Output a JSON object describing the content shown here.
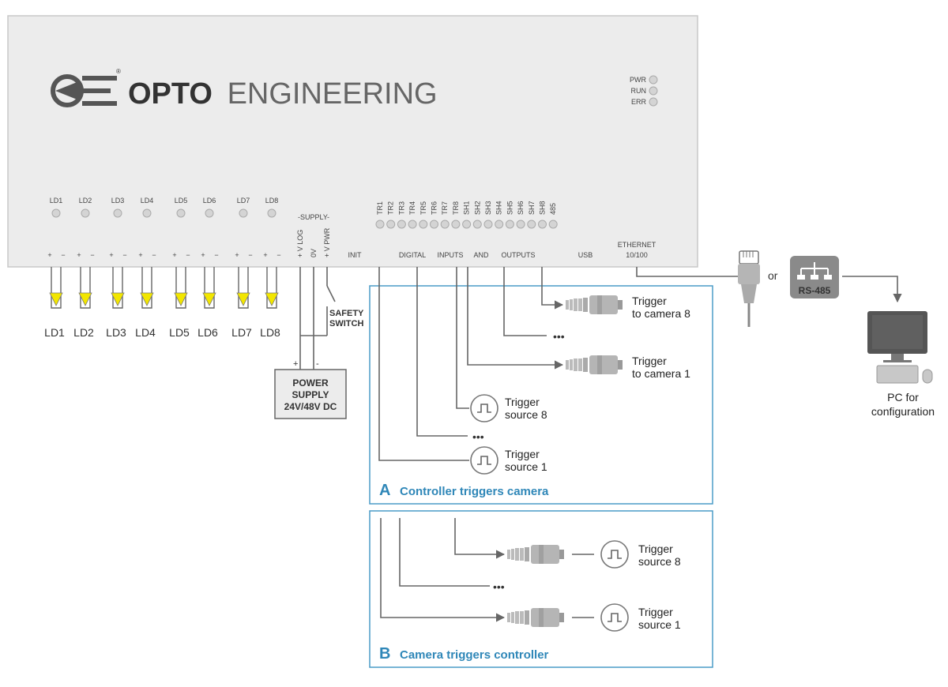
{
  "brand": {
    "name_bold": "OPTO",
    "name_light": "ENGINEERING",
    "registered": "®"
  },
  "status_leds": [
    "PWR",
    "RUN",
    "ERR"
  ],
  "ld_channels": [
    "LD1",
    "LD2",
    "LD3",
    "LD4",
    "LD5",
    "LD6",
    "LD7",
    "LD8"
  ],
  "polarity": {
    "plus": "+",
    "minus": "−",
    "minus_ascii": "-"
  },
  "supply": {
    "group_label": "-SUPPLY-",
    "pins": [
      "+ V LOG",
      "0V",
      "+ V PWR"
    ]
  },
  "trig_pins": [
    "TR1",
    "TR2",
    "TR3",
    "TR4",
    "TR5",
    "TR6",
    "TR7",
    "TR8",
    "SH1",
    "SH2",
    "SH3",
    "SH4",
    "SH5",
    "SH6",
    "SH7",
    "SH8",
    "485"
  ],
  "connectors": {
    "init": "INIT",
    "digital": "DIGITAL",
    "inputs": "INPUTS",
    "and": "AND",
    "outputs": "OUTPUTS",
    "usb": "USB",
    "ethernet_line1": "ETHERNET",
    "ethernet_line2": "10/100"
  },
  "safety_switch": {
    "line1": "SAFETY",
    "line2": "SWITCH"
  },
  "power_supply": {
    "line1": "POWER",
    "line2": "SUPPLY",
    "line3": "24V/48V DC"
  },
  "ellipsis": "•••",
  "panel_a": {
    "letter": "A",
    "title": "Controller triggers camera",
    "cam8": {
      "line1": "Trigger",
      "line2": "to camera 8"
    },
    "cam1": {
      "line1": "Trigger",
      "line2": "to camera 1"
    },
    "src8": {
      "line1": "Trigger",
      "line2": "source 8"
    },
    "src1": {
      "line1": "Trigger",
      "line2": "source 1"
    }
  },
  "panel_b": {
    "letter": "B",
    "title": "Camera triggers controller",
    "src8": {
      "line1": "Trigger",
      "line2": "source 8"
    },
    "src1": {
      "line1": "Trigger",
      "line2": "source 1"
    }
  },
  "network": {
    "or": "or",
    "rs485": "RS-485"
  },
  "pc": {
    "line1": "PC for",
    "line2": "configuration"
  },
  "colors": {
    "accent": "#2f87b8",
    "led_yellow": "#f2e600",
    "panel_border": "#4a9cc7",
    "device_fill": "#ececec"
  }
}
